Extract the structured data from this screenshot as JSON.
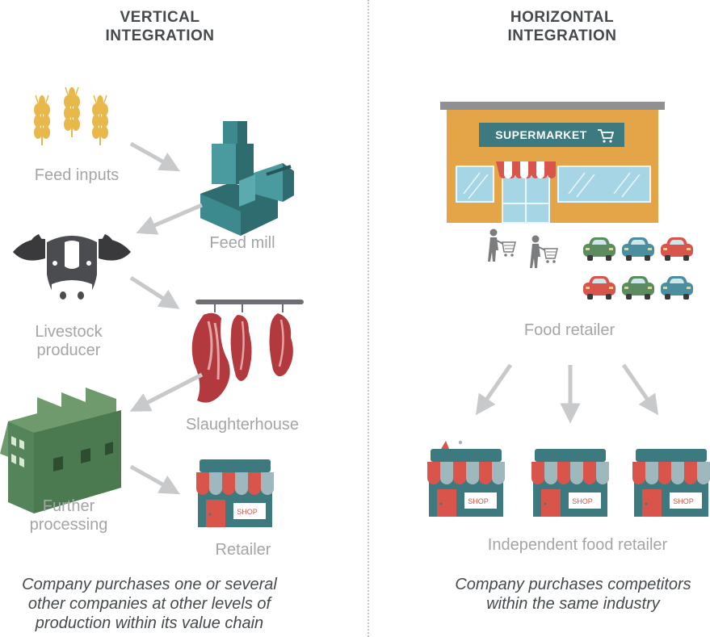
{
  "vertical": {
    "title_line1": "VERTICAL",
    "title_line2": "INTEGRATION",
    "stages": {
      "feed_inputs": "Feed inputs",
      "feed_mill": "Feed mill",
      "livestock_line1": "Livestock",
      "livestock_line2": "producer",
      "slaughterhouse": "Slaughterhouse",
      "further_line1": "Further",
      "further_line2": "processing",
      "retailer": "Retailer"
    },
    "caption_line1": "Company purchases one or several",
    "caption_line2": "other companies at other levels of",
    "caption_line3": "production within its value chain"
  },
  "horizontal": {
    "title_line1": "HORIZONTAL",
    "title_line2": "INTEGRATION",
    "supermarket_sign": "SUPERMARKET",
    "food_retailer": "Food retailer",
    "independent_retailer": "Independent food retailer",
    "caption_line1": "Company purchases competitors",
    "caption_line2": "within the same industry"
  },
  "shop_sign": "SHOP",
  "icons": [
    "wheat-icon",
    "feed-mill-icon",
    "cow-icon",
    "meat-carcass-icon",
    "factory-icon",
    "shop-icon",
    "supermarket-icon",
    "shopper-icon",
    "car-icon",
    "arrow-icon"
  ],
  "colors": {
    "heading": "#454a4d",
    "label": "#a3a5a7",
    "teal": "#3c7a80",
    "awning_red": "#d9544a",
    "awning_gray": "#9fb8be",
    "supermarket_wall": "#e3a547",
    "factory_green": "#55845a",
    "meat": "#b23a3f",
    "wheat": "#e8b84a"
  }
}
